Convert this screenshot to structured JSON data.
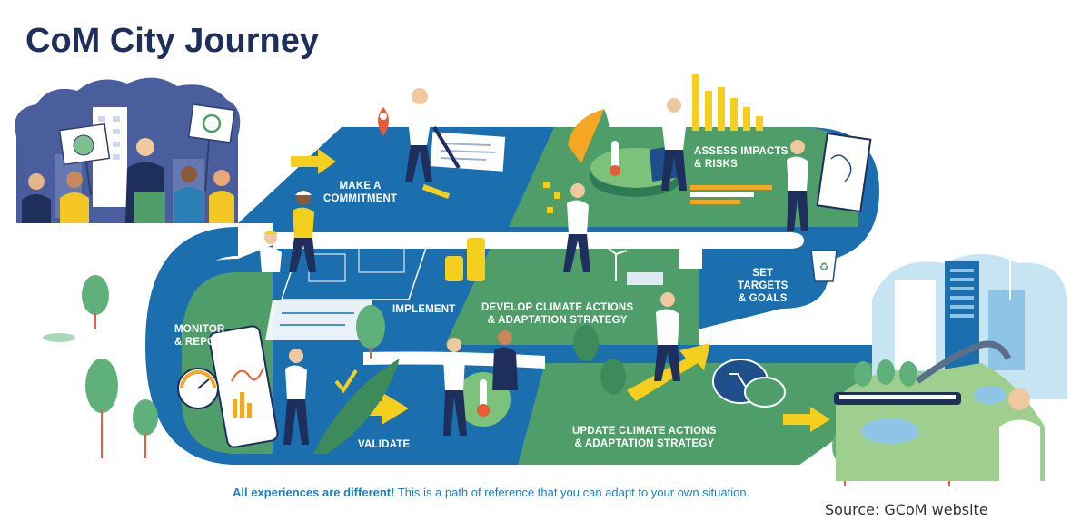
{
  "title": "CoM City Journey",
  "stages": {
    "make_commitment": "MAKE A\nCOMMITMENT",
    "assess": "ASSESS IMPACTS\n& RISKS",
    "set_targets": "SET\nTARGETS\n& GOALS",
    "develop": "DEVELOP CLIMATE ACTIONS\n& ADAPTATION STRATEGY",
    "implement": "IMPLEMENT",
    "monitor": "MONITOR\n& REPORT",
    "validate": "VALIDATE",
    "update": "UPDATE CLIMATE ACTIONS\n& ADAPTATION STRATEGY"
  },
  "footnote": {
    "bold": "All experiences are different!",
    "rest": " This is a path of reference that you can adapt to your own situation."
  },
  "source": "Source: GCoM website",
  "colors": {
    "title": "#1f2f5c",
    "path_blue": "#1b6fae",
    "path_green": "#4f9e6a",
    "road": "#ffffff",
    "footnote": "#1d7fc2",
    "accent_yellow": "#f5cf1e",
    "tree_green": "#5fb07a"
  }
}
